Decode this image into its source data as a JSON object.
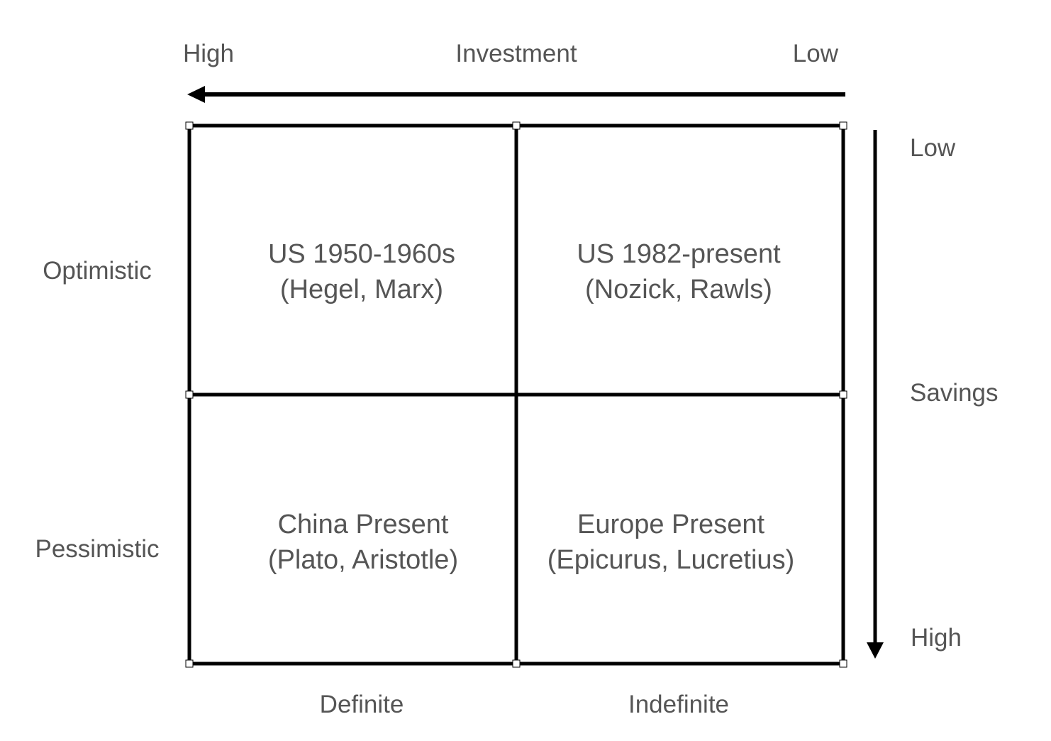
{
  "investment_axis": {
    "title": "Investment",
    "left_label": "High",
    "right_label": "Low"
  },
  "savings_axis": {
    "title": "Savings",
    "top_label": "Low",
    "bottom_label": "High"
  },
  "row_labels": {
    "top": "Optimistic",
    "bottom": "Pessimistic"
  },
  "column_labels": {
    "left": "Definite",
    "right": "Indefinite"
  },
  "quadrants": {
    "top_left": {
      "line1": "US 1950-1960s",
      "line2": "(Hegel, Marx)"
    },
    "top_right": {
      "line1": "US 1982-present",
      "line2": "(Nozick, Rawls)"
    },
    "bottom_left": {
      "line1": "China Present",
      "line2": "(Plato, Aristotle)"
    },
    "bottom_right": {
      "line1": "Europe Present",
      "line2": "(Epicurus, Lucretius)"
    }
  },
  "colors": {
    "line": "#000000",
    "text": "#555555",
    "background": "#ffffff"
  }
}
